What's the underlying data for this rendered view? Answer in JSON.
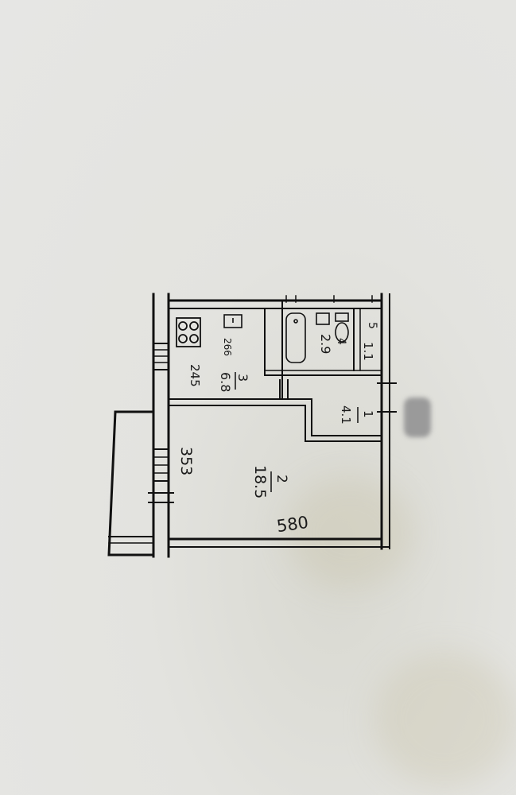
{
  "plan": {
    "rooms": [
      {
        "number": "1",
        "area": "4.1"
      },
      {
        "number": "2",
        "area": "18.5"
      },
      {
        "number": "3",
        "area": "6.8"
      },
      {
        "number": "4",
        "area": "2.9"
      },
      {
        "number": "5",
        "area": "1.1"
      }
    ],
    "dimensions": {
      "main_room_length": "580",
      "main_room_width": "353",
      "kitchen_width": "245",
      "kitchen_length": "266"
    }
  }
}
